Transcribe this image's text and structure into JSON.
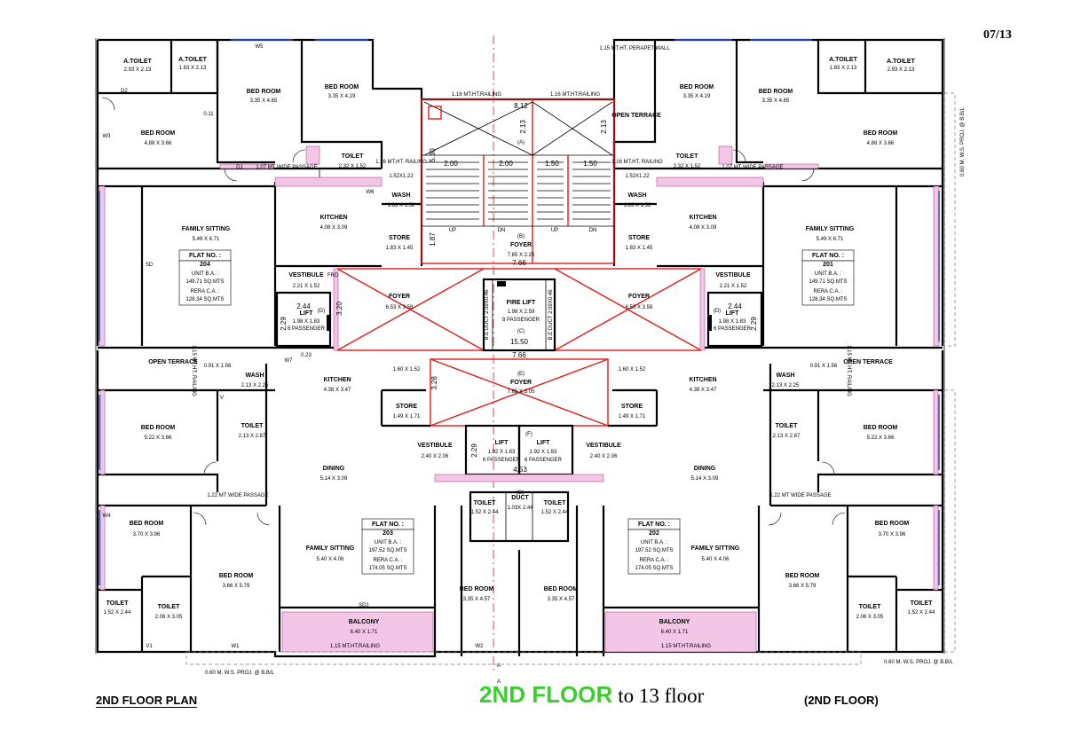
{
  "page_number": "07/13",
  "plan_title": "2ND FLOOR PLAN",
  "floor_range": {
    "main": "2ND FLOOR",
    "suffix": "to 13 floor"
  },
  "floor_tag": "(2ND FLOOR)",
  "flats": [
    {
      "flat_no": "204",
      "unit_ba": "149.71 SQ.MTS",
      "rera_ca": "128.34 SQ.MTS"
    },
    {
      "flat_no": "201",
      "unit_ba": "149.71 SQ.MTS",
      "rera_ca": "128.34 SQ.MTS"
    },
    {
      "flat_no": "203",
      "unit_ba": "197.52 SQ.MTS",
      "rera_ca": "174.05 SQ.MTS"
    },
    {
      "flat_no": "202",
      "unit_ba": "197.52 SQ.MTS",
      "rera_ca": "174.05 SQ.MTS"
    }
  ],
  "flat_labels": {
    "flat_no": "FLAT NO. :",
    "unit_ba": "UNIT B.A. :",
    "rera_ca": "RERA C.A. :"
  },
  "rooms": [
    {
      "name": "A.TOILET",
      "size": "2.93 X 2.13"
    },
    {
      "name": "A.TOILET",
      "size": "1.83 X 2.13"
    },
    {
      "name": "BED ROOM",
      "size": "3.35 X 4.65"
    },
    {
      "name": "BED ROOM",
      "size": "3.35 X 4.19"
    },
    {
      "name": "BED ROOM",
      "size": "4.88 X 3.66"
    },
    {
      "name": "TOILET",
      "size": "2.32 X 1.52"
    },
    {
      "name": "WASH",
      "size": "1.83 X 1.52"
    },
    {
      "name": "KITCHEN",
      "size": "4.08 X 3.09"
    },
    {
      "name": "STORE",
      "size": "1.83 X 1.45"
    },
    {
      "name": "FAMILY SITTING",
      "size": "5.49 X 6.71"
    },
    {
      "name": "VESTIBULE",
      "size": "2.21 X 1.52"
    },
    {
      "name": "FOYER",
      "size": "6.53 X 3.58"
    },
    {
      "name": "LIFT",
      "size": "1.98 X 1.83"
    },
    {
      "name": "BED ROOM",
      "size": "3.35 X 4.19"
    },
    {
      "name": "BED ROOM",
      "size": "3.35 X 4.65"
    },
    {
      "name": "A.TOILET",
      "size": "1.83 X 2.13"
    },
    {
      "name": "A.TOILET",
      "size": "2.93 X 2.13"
    },
    {
      "name": "BED ROOM",
      "size": "4.88 X 3.66"
    },
    {
      "name": "TOILET",
      "size": "2.32 X 1.52"
    },
    {
      "name": "WASH",
      "size": "1.83 X 1.52"
    },
    {
      "name": "KITCHEN",
      "size": "4.08 X 3.09"
    },
    {
      "name": "STORE",
      "size": "1.83 X 1.45"
    },
    {
      "name": "FAMILY SITTING",
      "size": "5.49 X 6.71"
    },
    {
      "name": "VESTIBULE",
      "size": "2.21 X 1.52"
    },
    {
      "name": "FOYER",
      "size": "6.53 X 3.58"
    },
    {
      "name": "LIFT",
      "size": "1.98 X 1.83"
    },
    {
      "name": "FOYER",
      "size": "7.65 X 2.25"
    },
    {
      "name": "FIRE LIFT",
      "size": "1.98 X 2.59"
    },
    {
      "name": "FOYER",
      "size": "7.65 X 3.05"
    },
    {
      "name": "WASH",
      "size": "2.13 X 2.25"
    },
    {
      "name": "KITCHEN",
      "size": "4.38 X 3.47"
    },
    {
      "name": "BED ROOM",
      "size": "5.22 X 3.66"
    },
    {
      "name": "TOILET",
      "size": "2.13 X 2.87"
    },
    {
      "name": "STORE",
      "size": "1.49 X 1.71"
    },
    {
      "name": "VESTIBULE",
      "size": "2.40 X 2.06"
    },
    {
      "name": "DINING",
      "size": "5.14 X 3.09"
    },
    {
      "name": "BED ROOM",
      "size": "3.70 X 3.96"
    },
    {
      "name": "BED ROOM",
      "size": "3.66 X 5.79"
    },
    {
      "name": "FAMILY SITTING",
      "size": "5.40 X 4.06"
    },
    {
      "name": "TOILET",
      "size": "1.52 X 2.44"
    },
    {
      "name": "TOILET",
      "size": "2.06 X 3.05"
    },
    {
      "name": "BALCONY",
      "size": "6.40 X 1.71"
    },
    {
      "name": "LIFT",
      "size": "1.92 X 1.83"
    },
    {
      "name": "LIFT",
      "size": "1.92 X 1.83"
    },
    {
      "name": "TOILET",
      "size": "1.52 X 2.44"
    },
    {
      "name": "DUCT",
      "size": "1.03X 2.44"
    },
    {
      "name": "TOILET",
      "size": "1.52 X 2.44"
    },
    {
      "name": "BED ROOM",
      "size": "3.35 X 4.57"
    },
    {
      "name": "BED ROOM",
      "size": "3.35 X 4.57"
    },
    {
      "name": "WASH",
      "size": "2.13 X 2.25"
    },
    {
      "name": "KITCHEN",
      "size": "4.38 X 3.47"
    },
    {
      "name": "BED ROOM",
      "size": "5.22 X 3.66"
    },
    {
      "name": "TOILET",
      "size": "2.13 X 2.87"
    },
    {
      "name": "STORE",
      "size": "1.49 X 1.71"
    },
    {
      "name": "VESTIBULE",
      "size": "2.40 X 2.06"
    },
    {
      "name": "DINING",
      "size": "5.14 X 3.09"
    },
    {
      "name": "BED ROOM",
      "size": "3.70 X 3.96"
    },
    {
      "name": "BED ROOM",
      "size": "3.66 X 5.79"
    },
    {
      "name": "FAMILY SITTING",
      "size": "5.40 X 4.06"
    },
    {
      "name": "TOILET",
      "size": "1.52 X 2.44"
    },
    {
      "name": "TOILET",
      "size": "2.06 X 3.05"
    },
    {
      "name": "BALCONY",
      "size": "6.40 X 1.71"
    }
  ],
  "passenger": [
    "6 PASSENGER",
    "6 PASSENGER",
    "8 PASSENGER",
    "6 PASSENGER",
    "6 PASSENGER"
  ],
  "notes": [
    "1.07 MT WIDE PASSAGE",
    "1.07 MT WIDE PASSAGE",
    "1.22 MT WIDE PASSAGE",
    "1.22 MT WIDE PASSAGE",
    "1.16 MT.HT.RAILING",
    "1.16 MT.HT.RAILING",
    "1.15 MT.HT.RAILING",
    "1.15 MT.HT.RAILING",
    "1.15 MT.HT. PERAPET WALL",
    "OPEN TERRACE",
    "OPEN TERRACE",
    "OPEN TERRACE",
    "1.15 MT.HT. RAILING",
    "1.15 MT.HT. RAILING",
    "0.60 M. W.S. PROJ. @ B.B/L",
    "0.60 M. W.S. PROJ. @ B.B/L",
    "0.60 M. W.S. PROJ. @ B.B/L",
    "1.16 MT.HT. RAILING",
    "1.16 MT.HT. RAILING",
    "1.52X1.22",
    "1.52X1.22",
    "0.91 X 1.56",
    "0.91 X 1.56",
    "1.60 X 1.52",
    "1.60 X 1.52",
    "B.E DUCT 2.59X0.46",
    "B.E DUCT 2.59X0.46"
  ],
  "dimensions": [
    "8.12",
    "2.13",
    "2.13",
    "2.00",
    "2.00",
    "1.50",
    "1.50",
    "5.30",
    "1.87",
    "7.66",
    "7.66",
    "15.50",
    "3.20",
    "2.44",
    "2.44",
    "2.29",
    "2.29",
    "3.28",
    "2.29",
    "4.53"
  ],
  "markers": [
    "(A)",
    "(B)",
    "(C)",
    "(D)",
    "(D)",
    "(E)",
    "(F)",
    "(G)",
    "UP",
    "DN",
    "UP",
    "DN",
    "A",
    "A"
  ],
  "tags": [
    "D1",
    "D2",
    "W1",
    "W2",
    "W3",
    "W4",
    "W5",
    "W6",
    "W7",
    "V",
    "V1",
    "SD",
    "SD1",
    "FRD",
    "0.11",
    "0.23"
  ],
  "colors": {
    "plan_fill": "#f3c6e7",
    "axis": "#e01a1a",
    "title_green": "#3bcf2e",
    "window": "#2a5bd7"
  }
}
